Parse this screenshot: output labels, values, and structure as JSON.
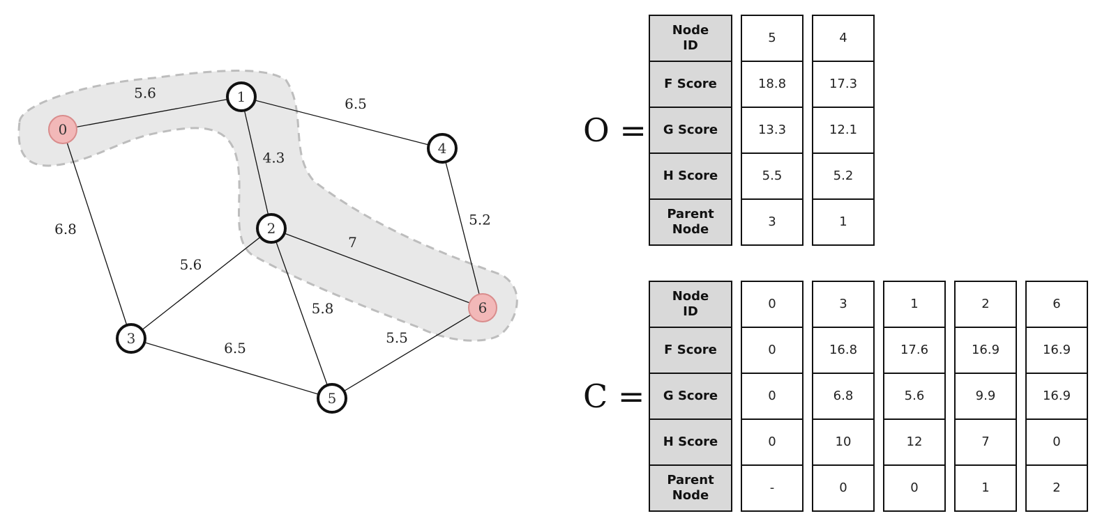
{
  "graph": {
    "nodes": [
      {
        "id": "0",
        "highlighted": true
      },
      {
        "id": "1",
        "highlighted": false
      },
      {
        "id": "2",
        "highlighted": false
      },
      {
        "id": "3",
        "highlighted": false
      },
      {
        "id": "4",
        "highlighted": false
      },
      {
        "id": "5",
        "highlighted": false
      },
      {
        "id": "6",
        "highlighted": true
      }
    ],
    "edges": [
      {
        "from": "0",
        "to": "1",
        "weight": "5.6"
      },
      {
        "from": "1",
        "to": "4",
        "weight": "6.5"
      },
      {
        "from": "1",
        "to": "2",
        "weight": "4.3"
      },
      {
        "from": "0",
        "to": "3",
        "weight": "6.8"
      },
      {
        "from": "2",
        "to": "3",
        "weight": "5.6"
      },
      {
        "from": "2",
        "to": "6",
        "weight": "7"
      },
      {
        "from": "4",
        "to": "6",
        "weight": "5.2"
      },
      {
        "from": "2",
        "to": "5",
        "weight": "5.8"
      },
      {
        "from": "3",
        "to": "5",
        "weight": "6.5"
      },
      {
        "from": "5",
        "to": "6",
        "weight": "5.5"
      }
    ],
    "path_highlight": [
      "0",
      "1",
      "2",
      "6"
    ],
    "colors": {
      "highlight_node_fill": "#f2b8b8",
      "highlight_node_stroke": "#d98c8c",
      "path_region_fill": "#e8e8e8",
      "path_region_stroke": "#bdbdbd"
    }
  },
  "open_set": {
    "symbol": "O =",
    "row_labels": [
      "Node\nID",
      "F Score",
      "G Score",
      "H Score",
      "Parent\nNode"
    ],
    "columns": [
      {
        "node_id": "5",
        "f_score": "18.8",
        "g_score": "13.3",
        "h_score": "5.5",
        "parent": "3"
      },
      {
        "node_id": "4",
        "f_score": "17.3",
        "g_score": "12.1",
        "h_score": "5.2",
        "parent": "1"
      }
    ]
  },
  "closed_set": {
    "symbol": "C =",
    "row_labels": [
      "Node\nID",
      "F Score",
      "G Score",
      "H Score",
      "Parent\nNode"
    ],
    "columns": [
      {
        "node_id": "0",
        "f_score": "0",
        "g_score": "0",
        "h_score": "0",
        "parent": "-"
      },
      {
        "node_id": "3",
        "f_score": "16.8",
        "g_score": "6.8",
        "h_score": "10",
        "parent": "0"
      },
      {
        "node_id": "1",
        "f_score": "17.6",
        "g_score": "5.6",
        "h_score": "12",
        "parent": "0"
      },
      {
        "node_id": "2",
        "f_score": "16.9",
        "g_score": "9.9",
        "h_score": "7",
        "parent": "1"
      },
      {
        "node_id": "6",
        "f_score": "16.9",
        "g_score": "16.9",
        "h_score": "0",
        "parent": "2"
      }
    ],
    "header_fill": "#d9d9d9"
  }
}
